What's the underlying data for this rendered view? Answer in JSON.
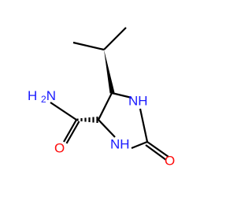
{
  "molecule": {
    "atoms": {
      "amide_nitrogen": {
        "element": "H2N",
        "color": "#1a1aff"
      },
      "amide_oxygen": {
        "element": "O",
        "color": "#ff0d0d"
      },
      "ring_n1": {
        "element": "NH",
        "color": "#1a1aff"
      },
      "ring_n3": {
        "element": "NH",
        "color": "#1a1aff"
      },
      "carbonyl_oxygen": {
        "element": "O",
        "color": "#ff0d0d"
      }
    },
    "bond_color": "#000000"
  }
}
